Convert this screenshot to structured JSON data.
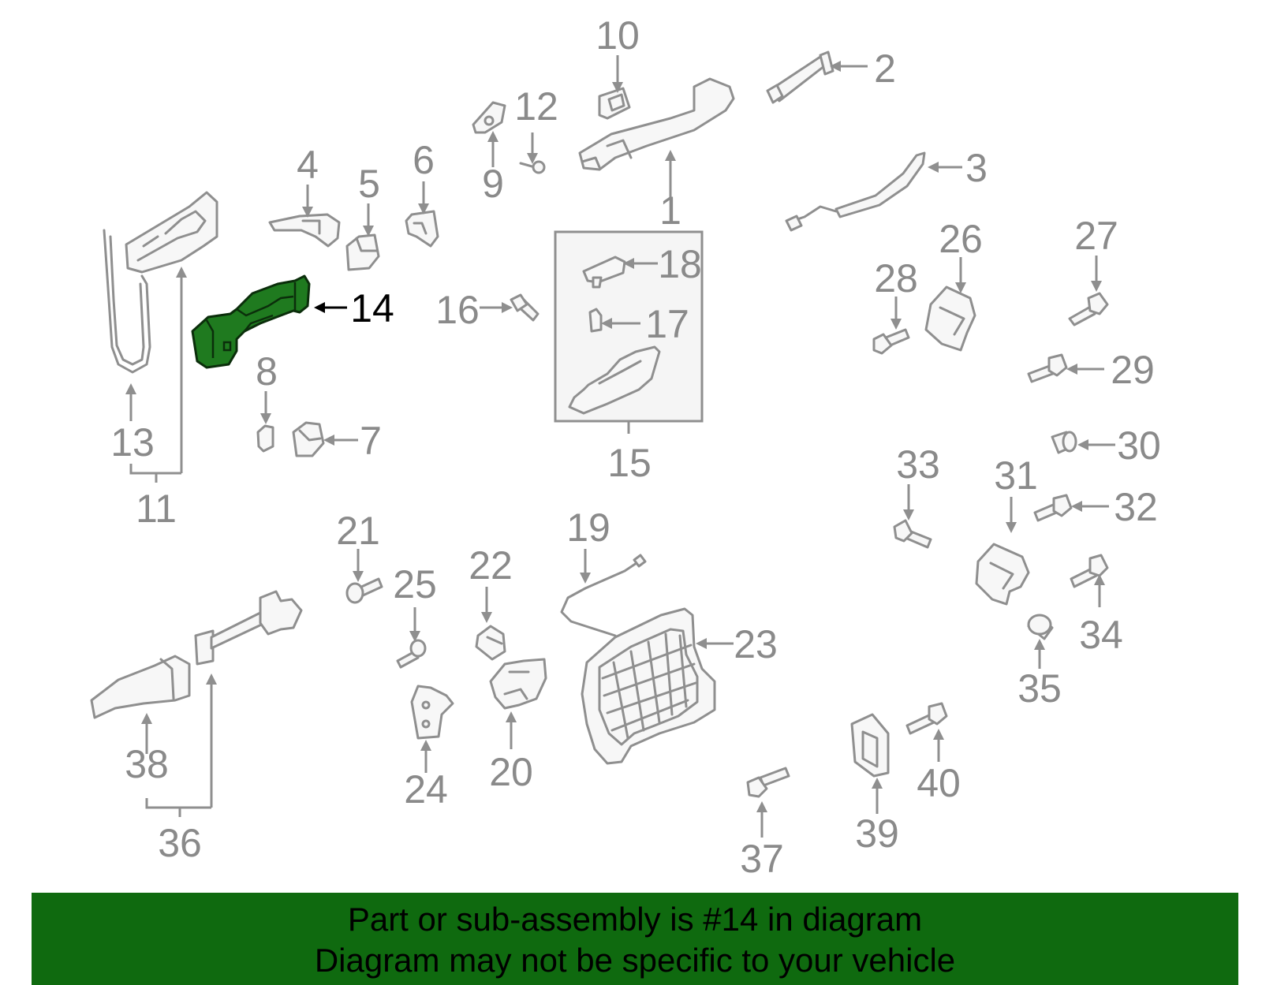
{
  "diagram": {
    "highlighted_part": "14",
    "highlight_color": "#1f7a1f",
    "callouts": [
      "1",
      "2",
      "3",
      "4",
      "5",
      "6",
      "7",
      "8",
      "9",
      "10",
      "11",
      "12",
      "13",
      "14",
      "15",
      "16",
      "17",
      "18",
      "19",
      "20",
      "21",
      "22",
      "23",
      "24",
      "25",
      "26",
      "27",
      "28",
      "29",
      "30",
      "31",
      "32",
      "33",
      "34",
      "35",
      "36",
      "37",
      "38",
      "39",
      "40"
    ]
  },
  "banner": {
    "background": "#0f6a0f",
    "line1": "Part or sub-assembly is #14 in diagram",
    "line2": "Diagram may not be specific to your vehicle"
  }
}
